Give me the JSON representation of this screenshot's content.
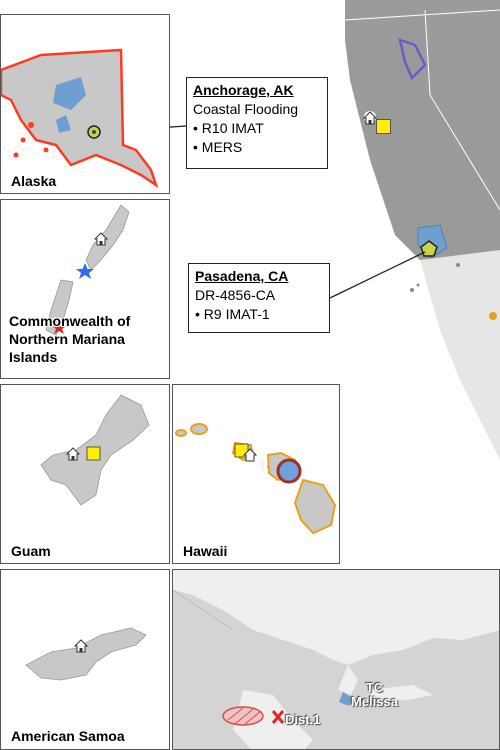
{
  "insets": {
    "alaska": {
      "label": "Alaska"
    },
    "cnmi": {
      "label_lines": [
        "Commonwealth of",
        "Northern Mariana",
        "Islands"
      ]
    },
    "guam": {
      "label": "Guam"
    },
    "hawaii": {
      "label": "Hawaii"
    },
    "american_samoa": {
      "label": "American Samoa"
    }
  },
  "callouts": {
    "anchorage": {
      "title": "Anchorage, AK",
      "lines": [
        "Coastal Flooding",
        "• R10 IMAT",
        "• MERS"
      ]
    },
    "pasadena": {
      "title": "Pasadena, CA",
      "lines": [
        "DR-4856-CA",
        "• R9 IMAT-1"
      ]
    }
  },
  "storms": {
    "melissa": {
      "label_lines": [
        "TC",
        "Melissa"
      ]
    },
    "dist1": {
      "label": "Dist.1"
    }
  },
  "colors": {
    "land": "#c8c8c8",
    "land_dark": "#9a9a9a",
    "alaska_outline": "#ff3b1f",
    "hawaii_outline": "#e8a21a",
    "declaration_blue": "#6f9fd0",
    "marker_yellow": "#ffee00",
    "star_blue": "#2d6ff0",
    "star_red": "#e0262a",
    "fire_outline": "#6a5acd",
    "storm_circle": "#6fa0e0",
    "storm_ring": "#a03020",
    "dist_hatch": "#d05050"
  }
}
